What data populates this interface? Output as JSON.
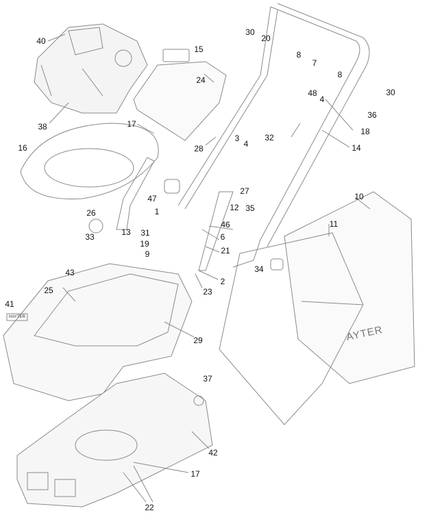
{
  "diagram": {
    "callouts": [
      "40",
      "15",
      "24",
      "38",
      "17",
      "16",
      "28",
      "3",
      "4",
      "30",
      "20",
      "8",
      "7",
      "8",
      "30",
      "48",
      "4",
      "36",
      "18",
      "14",
      "32",
      "27",
      "47",
      "1",
      "12",
      "35",
      "26",
      "46",
      "13",
      "31",
      "6",
      "33",
      "19",
      "21",
      "9",
      "2",
      "23",
      "43",
      "34",
      "10",
      "11",
      "25",
      "41",
      "29",
      "37",
      "42",
      "17",
      "22"
    ],
    "bag_brand": "AYTER",
    "tag_brand": "HAYTER"
  },
  "colors": {
    "line": "#8a8a8a",
    "text": "#111111"
  }
}
